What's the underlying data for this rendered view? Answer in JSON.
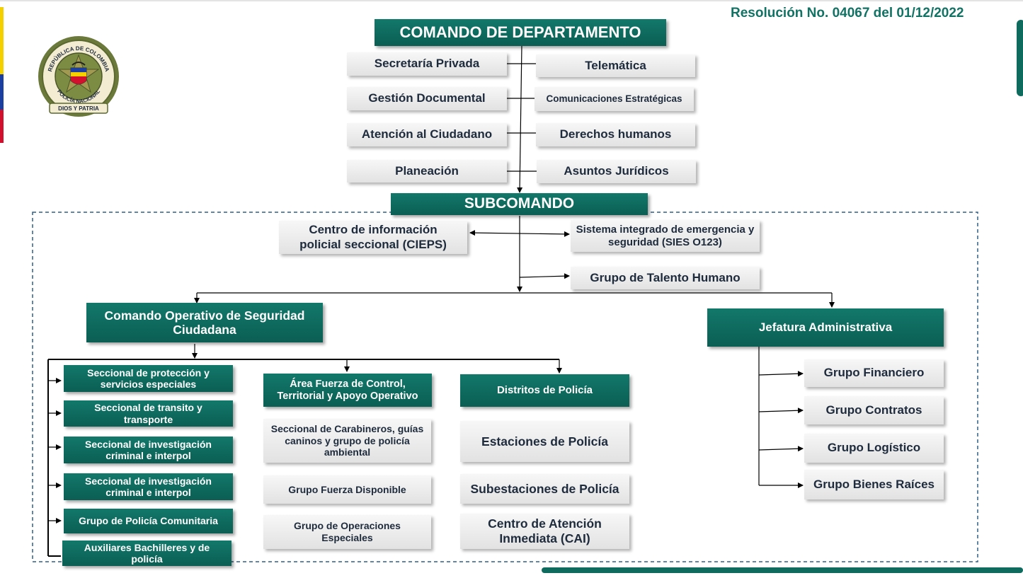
{
  "header": {
    "resolution": "Resolución No. 04067 del 01/12/2022"
  },
  "emblem": {
    "top_text": "REPÚBLICA DE COLOMBIA",
    "bottom_text": "POLICÍA NACIONAL",
    "motto": "DIOS Y PATRIA"
  },
  "colors": {
    "primary_green": "#0e6b5e",
    "box_grey": "#e8e8e8",
    "text_dark": "#1e2b3c",
    "flag_yellow": "#f5d000",
    "flag_blue": "#1b3fa0",
    "flag_red": "#d0102c"
  },
  "nodes": {
    "comando": "COMANDO DE DEPARTAMENTO",
    "secretaria": "Secretaría Privada",
    "telematica": "Telemática",
    "gestion": "Gestión Documental",
    "comunicaciones": "Comunicaciones Estratégicas",
    "atencion": "Atención al Ciudadano",
    "ddhh": "Derechos humanos",
    "planeacion": "Planeación",
    "juridicos": "Asuntos Jurídicos",
    "subcomando": "SUBCOMANDO",
    "cieps": "Centro de información policial seccional (CIEPS)",
    "sies": "Sistema integrado de emergencia y seguridad (SIES O123)",
    "talento": "Grupo de Talento Humano",
    "cosec": "Comando Operativo de Seguridad Ciudadana",
    "jefatura": "Jefatura Administrativa",
    "proteccion": "Seccional de protección y servicios especiales",
    "transito": "Seccional de transito y transporte",
    "investigacion1": "Seccional de investigación criminal e interpol",
    "investigacion2": "Seccional de investigación criminal e interpol",
    "comunitaria": "Grupo de Policía Comunitaria",
    "auxiliares": "Auxiliares Bachilleres y de policía",
    "area_fuerza": "Área Fuerza de Control, Territorial y Apoyo Operativo",
    "carabineros": "Seccional de Carabineros, guías caninos y grupo de policía ambiental",
    "fuerza_disponible": "Grupo Fuerza Disponible",
    "operaciones": "Grupo de Operaciones Especiales",
    "distritos": "Distritos de Policía",
    "estaciones": "Estaciones de Policía",
    "subestaciones": "Subestaciones de Policía",
    "cai": "Centro de Atención Inmediata (CAI)",
    "financiero": "Grupo Financiero",
    "contratos": "Grupo Contratos",
    "logistico": "Grupo Logístico",
    "bienes": "Grupo Bienes Raíces"
  }
}
